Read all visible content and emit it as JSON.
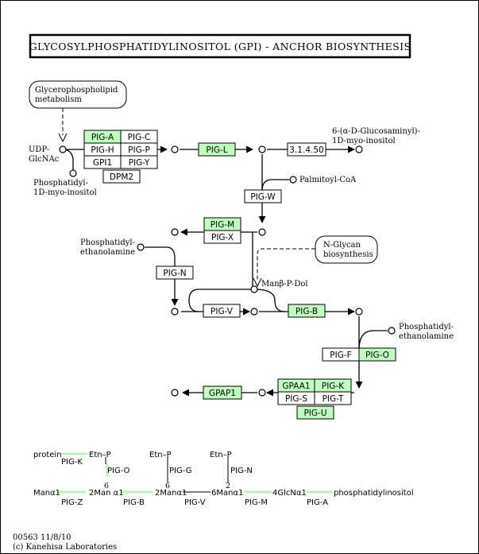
{
  "title": "GLYCOSYLPHOSPHATIDYLINOSITOL (GPI) - ANCHOR  BIOSYNTHESIS",
  "colors": {
    "enzyme_green": "#bfffbf",
    "enzyme_white": "#ffffff",
    "line": "#000000",
    "linkage_green": "#bdf0bd"
  },
  "maps": {
    "glycerophospholipid": [
      "Glycerophospholipid",
      "metabolism"
    ],
    "nglycan": [
      "N-Glycan",
      "biosynthesis"
    ]
  },
  "compounds": {
    "udp_glcnac": [
      "UDP-",
      "GlcNAc"
    ],
    "phosphatidyl_inositol": [
      "Phosphatidyl-",
      "1D-myo-inositol"
    ],
    "glucosaminyl_inositol": [
      "6-(α-D-Glucosaminyl)-",
      "1D-myo-inositol"
    ],
    "palmitoyl_coa": "Palmitoyl-CoA",
    "pe_left": [
      "Phosphatidyl-",
      "ethanolamine"
    ],
    "man_p_dol": "Manβ-P-Dol",
    "pe_right": [
      "Phosphatidyl-",
      "ethanolamine"
    ]
  },
  "enzymes": {
    "pig_a": "PIG-A",
    "pig_c": "PIG-C",
    "pig_h": "PIG-H",
    "pig_p": "PIG-P",
    "gpi1": "GPI1",
    "pig_y": "PIG-Y",
    "dpm2": "DPM2",
    "pig_l": "PIG-L",
    "ec_31450": "3.1.4.50",
    "pig_w": "PIG-W",
    "pig_m": "PIG-M",
    "pig_x": "PIG-X",
    "pig_n": "PIG-N",
    "pig_v": "PIG-V",
    "pig_b": "PIG-B",
    "pig_f": "PIG-F",
    "pig_o": "PIG-O",
    "gpaa1": "GPAA1",
    "pig_k": "PIG-K",
    "pig_s": "PIG-S",
    "pig_t": "PIG-T",
    "pig_u": "PIG-U",
    "gpap1": "GPAP1"
  },
  "structure": {
    "protein": "protein",
    "pig_k": "PIG-K",
    "etn_p_1": "Etn–P",
    "etn_p_2": "Etn–P",
    "etn_p_3": "Etn–P",
    "pig_o": "PIG-O",
    "pig_g": "PIG-G",
    "pig_n": "PIG-N",
    "n6_a": "6",
    "n6_b": "6",
    "n2": "2",
    "man_1": "Manα1",
    "man_2": "2Man α1",
    "man_3": "2Manα1",
    "man_4": "6Manα1",
    "glcn": "4GlcNα1",
    "phosphatidylinositol": "phosphatidylinositol",
    "pig_z": "PIG-Z",
    "pig_b": "PIG-B",
    "pig_v": "PIG-V",
    "pig_m": "PIG-M",
    "pig_a": "PIG-A"
  },
  "footer": {
    "line1": "00563 11/8/10",
    "line2": "(c) Kanehisa Laboratories"
  }
}
